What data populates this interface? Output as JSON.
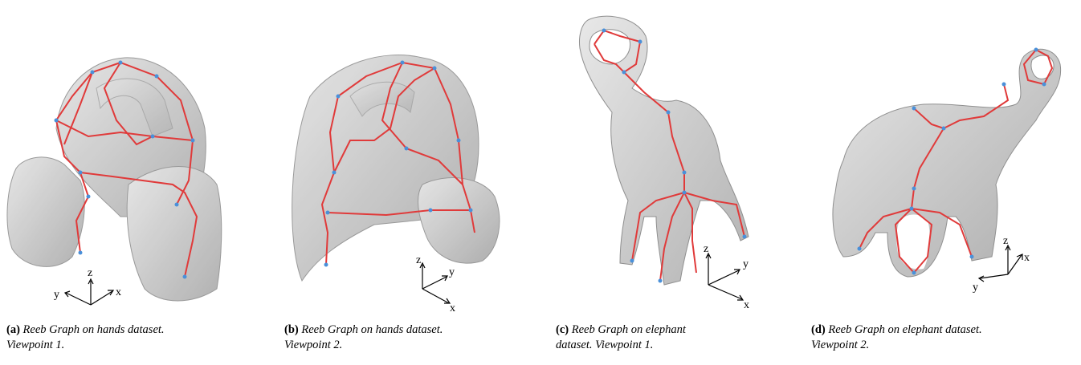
{
  "figures": [
    {
      "label": "(a)",
      "caption_line1": "Reeb Graph on hands dataset.",
      "caption_line2": "Viewpoint 1.",
      "axes": {
        "x": "x",
        "y": "y",
        "z": "z"
      }
    },
    {
      "label": "(b)",
      "caption_line1": "Reeb Graph on hands dataset.",
      "caption_line2": "Viewpoint 2.",
      "axes": {
        "x": "x",
        "y": "y",
        "z": "z"
      }
    },
    {
      "label": "(c)",
      "caption_line1": "Reeb Graph on elephant",
      "caption_line2": "dataset. Viewpoint 1.",
      "axes": {
        "x": "x",
        "y": "y",
        "z": "z"
      }
    },
    {
      "label": "(d)",
      "caption_line1": "Reeb Graph on elephant dataset.",
      "caption_line2": "Viewpoint 2.",
      "axes": {
        "x": "x",
        "y": "y",
        "z": "z"
      }
    }
  ],
  "colors": {
    "mesh_fill": "#c9c9c9",
    "mesh_stroke": "#8f8f8f",
    "reeb_edge": "#e03a3a",
    "reeb_node": "#4a90d9"
  }
}
